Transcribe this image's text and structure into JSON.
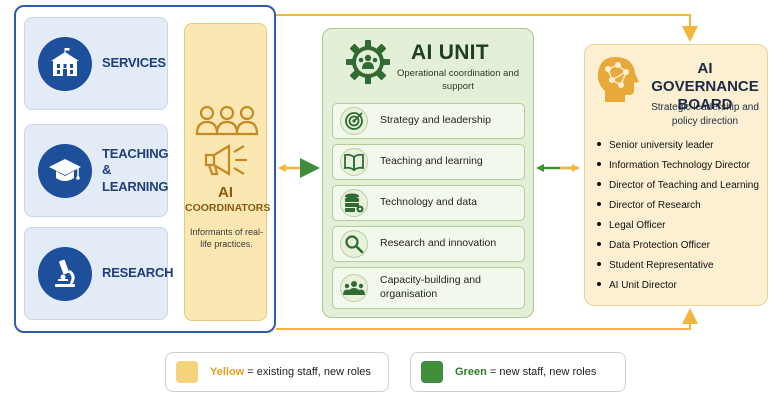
{
  "left_panel": {
    "areas": [
      {
        "label": "SERVICES",
        "icon": "building-icon"
      },
      {
        "label": "TEACHING & LEARNING",
        "icon": "graduation-cap-icon"
      },
      {
        "label": "RESEARCH",
        "icon": "microscope-icon"
      }
    ],
    "coordinators": {
      "title_line1": "AI",
      "title_line2": "COORDINATORS",
      "description": "Informants of real-life practices.",
      "icons": [
        "people-group-icon",
        "megaphone-icon"
      ]
    }
  },
  "ai_unit": {
    "title": "AI UNIT",
    "subtitle": "Operational coordination and support",
    "icon": "gear-people-icon",
    "items": [
      {
        "label": "Strategy and leadership",
        "icon": "target-icon"
      },
      {
        "label": "Teaching and learning",
        "icon": "book-icon"
      },
      {
        "label": "Technology and data",
        "icon": "database-gear-icon"
      },
      {
        "label": "Research and innovation",
        "icon": "magnifier-icon"
      },
      {
        "label": "Capacity-building and organisation",
        "icon": "team-icon"
      }
    ]
  },
  "board": {
    "title": "AI GOVERNANCE BOARD",
    "subtitle": "Strategic leadership and policy direction",
    "icon": "head-network-icon",
    "members": [
      "Senior university leader",
      "Information Technology Director",
      "Director of Teaching and Learning",
      "Director of Research",
      "Legal Officer",
      "Data Protection Officer",
      "Student Representative",
      "AI Unit Director"
    ]
  },
  "legend": [
    {
      "key": "Yellow",
      "text": " = existing staff, new roles",
      "color": "#f7d27c"
    },
    {
      "key": "Green",
      "text": " = new staff, new roles",
      "color": "#3f8f3a"
    }
  ],
  "colors": {
    "blue": "#1e4f9a",
    "yellow": "#f4b53a",
    "green": "#3f8f3a"
  }
}
